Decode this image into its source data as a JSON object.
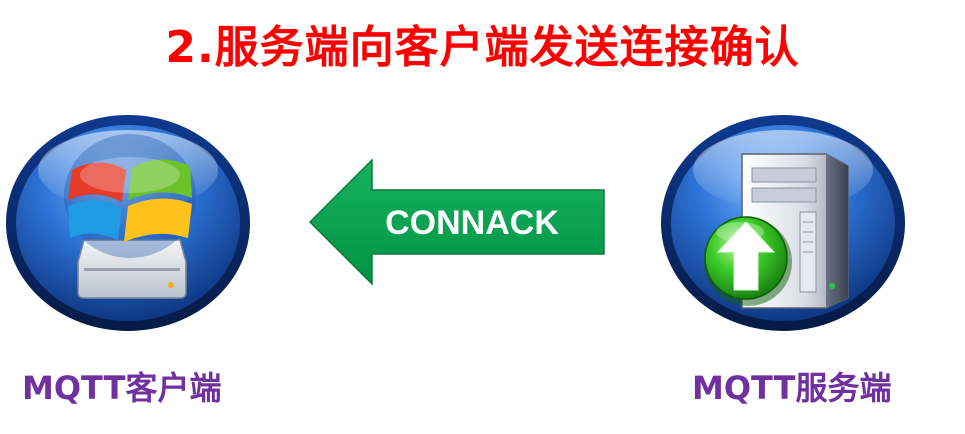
{
  "title": "2.服务端向客户端发送连接确认",
  "client": {
    "label": "MQTT客户端",
    "icon": "windows-drive-icon"
  },
  "server": {
    "label": "MQTT服务端",
    "icon": "server-upload-icon"
  },
  "message": {
    "label": "CONNACK",
    "direction": "server-to-client"
  },
  "colors": {
    "title": "#ff0000",
    "labels": "#7030a0",
    "arrow": "#00a651",
    "circle": "#1f5fbf"
  }
}
